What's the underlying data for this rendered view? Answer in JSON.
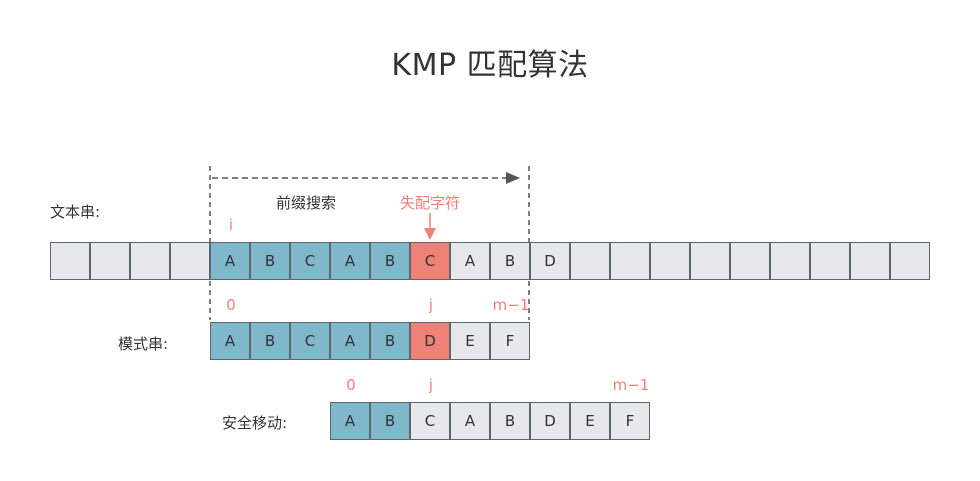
{
  "title": "KMP 匹配算法",
  "labels": {
    "text": "文本串:",
    "pattern": "模式串:",
    "shift": "安全移动:"
  },
  "annotations": {
    "prefix_search": "前缀搜索",
    "mismatch": "失配字符"
  },
  "markers": {
    "text_i": "i",
    "pattern_start": "0",
    "pattern_j": "j",
    "pattern_end": "m−1",
    "shift_start": "0",
    "shift_j": "j",
    "shift_end": "m−1"
  },
  "text_row": {
    "cells": [
      {
        "char": "",
        "state": "gray"
      },
      {
        "char": "",
        "state": "gray"
      },
      {
        "char": "",
        "state": "gray"
      },
      {
        "char": "",
        "state": "gray"
      },
      {
        "char": "A",
        "state": "blue"
      },
      {
        "char": "B",
        "state": "blue"
      },
      {
        "char": "C",
        "state": "blue"
      },
      {
        "char": "A",
        "state": "blue"
      },
      {
        "char": "B",
        "state": "blue"
      },
      {
        "char": "C",
        "state": "red"
      },
      {
        "char": "A",
        "state": "gray"
      },
      {
        "char": "B",
        "state": "gray"
      },
      {
        "char": "D",
        "state": "gray"
      },
      {
        "char": "",
        "state": "gray"
      },
      {
        "char": "",
        "state": "gray"
      },
      {
        "char": "",
        "state": "gray"
      },
      {
        "char": "",
        "state": "gray"
      },
      {
        "char": "",
        "state": "gray"
      },
      {
        "char": "",
        "state": "gray"
      },
      {
        "char": "",
        "state": "gray"
      },
      {
        "char": "",
        "state": "gray"
      },
      {
        "char": "",
        "state": "gray"
      }
    ]
  },
  "pattern_row": {
    "cells": [
      {
        "char": "A",
        "state": "blue"
      },
      {
        "char": "B",
        "state": "blue"
      },
      {
        "char": "C",
        "state": "blue"
      },
      {
        "char": "A",
        "state": "blue"
      },
      {
        "char": "B",
        "state": "blue"
      },
      {
        "char": "D",
        "state": "red"
      },
      {
        "char": "E",
        "state": "gray"
      },
      {
        "char": "F",
        "state": "gray"
      }
    ]
  },
  "shift_row": {
    "cells": [
      {
        "char": "A",
        "state": "blue"
      },
      {
        "char": "B",
        "state": "blue"
      },
      {
        "char": "C",
        "state": "gray"
      },
      {
        "char": "A",
        "state": "gray"
      },
      {
        "char": "B",
        "state": "gray"
      },
      {
        "char": "D",
        "state": "gray"
      },
      {
        "char": "E",
        "state": "gray"
      },
      {
        "char": "F",
        "state": "gray"
      }
    ]
  },
  "colors": {
    "match": "#7fb7cb",
    "mismatch": "#ee8277",
    "empty": "#e6e8eb",
    "border": "#5c6670",
    "accent_text": "#ee8277"
  }
}
